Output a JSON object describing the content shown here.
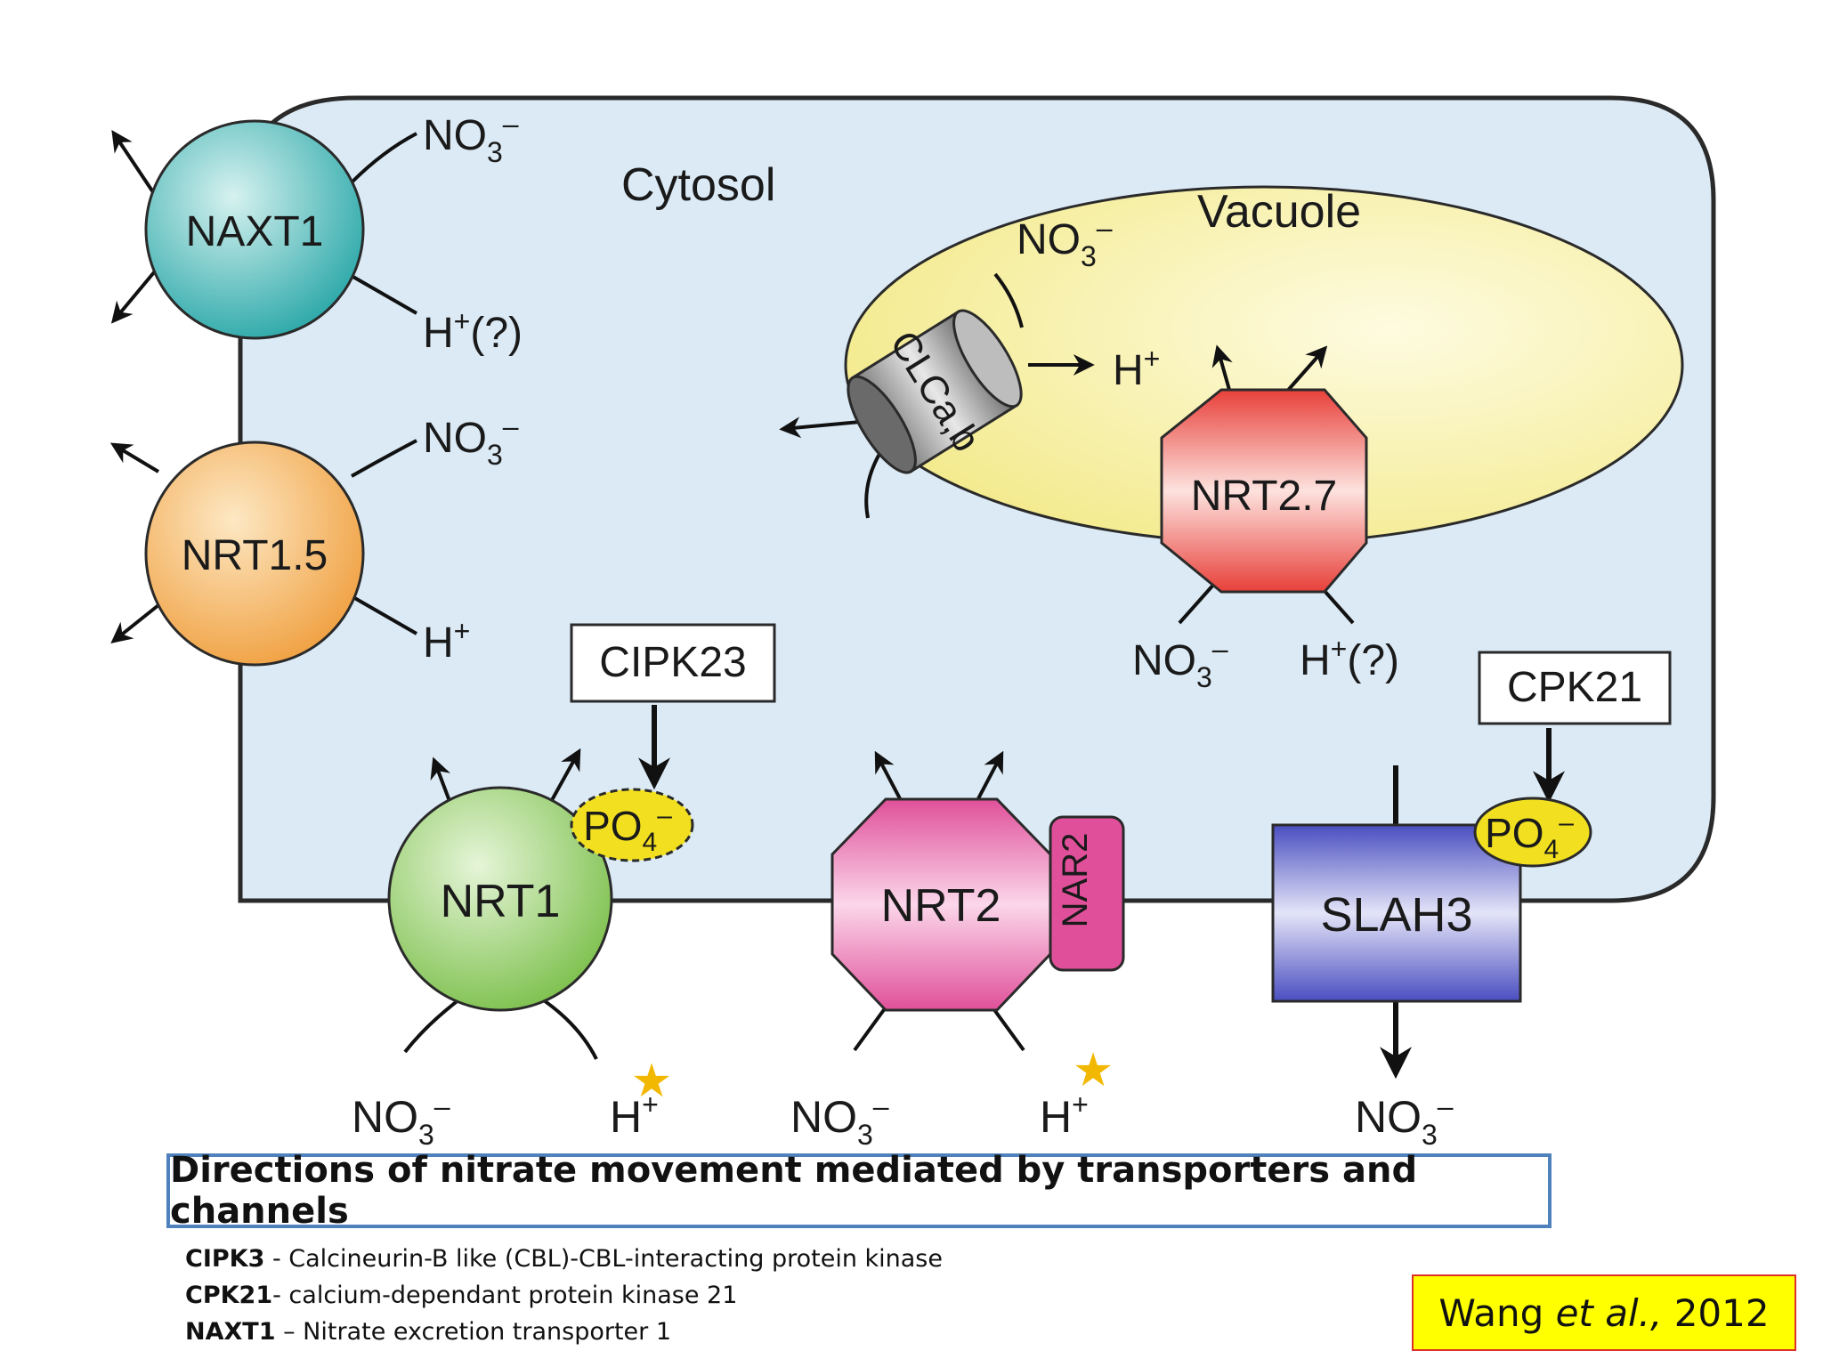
{
  "diagram": {
    "compartments": {
      "cytosol": "Cytosol",
      "vacuole": "Vacuole"
    },
    "transporters": {
      "naxt1": "NAXT1",
      "nrt15": "NRT1.5",
      "nrt1": "NRT1",
      "nrt2": "NRT2",
      "nar2": "NAR2",
      "slah3": "SLAH3",
      "clcab": "CLCa,b",
      "nrt27": "NRT2.7"
    },
    "kinases": {
      "cipk23": "CIPK23",
      "cpk21": "CPK21"
    },
    "phosphate": {
      "base": "PO",
      "sub": "4",
      "sup": "–"
    },
    "ions": {
      "nitrate_base": "NO",
      "nitrate_sub": "3",
      "nitrate_sup": "–",
      "proton": "H",
      "proton_sup": "+",
      "uncertain": "(?)"
    },
    "marker_star": "★"
  },
  "caption": {
    "title": "Directions of nitrate movement mediated by transporters and channels"
  },
  "definitions": [
    {
      "term": "CIPK3",
      "text": " - Calcineurin-B like (CBL)-CBL-interacting protein kinase"
    },
    {
      "term": "CPK21",
      "text": "- calcium-dependant protein kinase 21"
    },
    {
      "term": "NAXT1",
      "text": " – Nitrate excretion transporter 1"
    }
  ],
  "citation": {
    "author": "Wang ",
    "etal": "et al.,",
    "year": " 2012"
  },
  "colors": {
    "cell_fill": "#dbeaf5",
    "vacuole_fill": "#f3ea8c",
    "naxt1": "#2aa7a8",
    "nrt15": "#f0a040",
    "nrt1": "#7cc04c",
    "nrt2": "#e0509a",
    "nrt27": "#e8403a",
    "slah3": "#5a5ec8",
    "phosphate": "#f2e020",
    "star": "#f2b800",
    "title_border": "#4f81bd",
    "citation_bg": "#ffff00",
    "citation_border": "#e0302a"
  }
}
